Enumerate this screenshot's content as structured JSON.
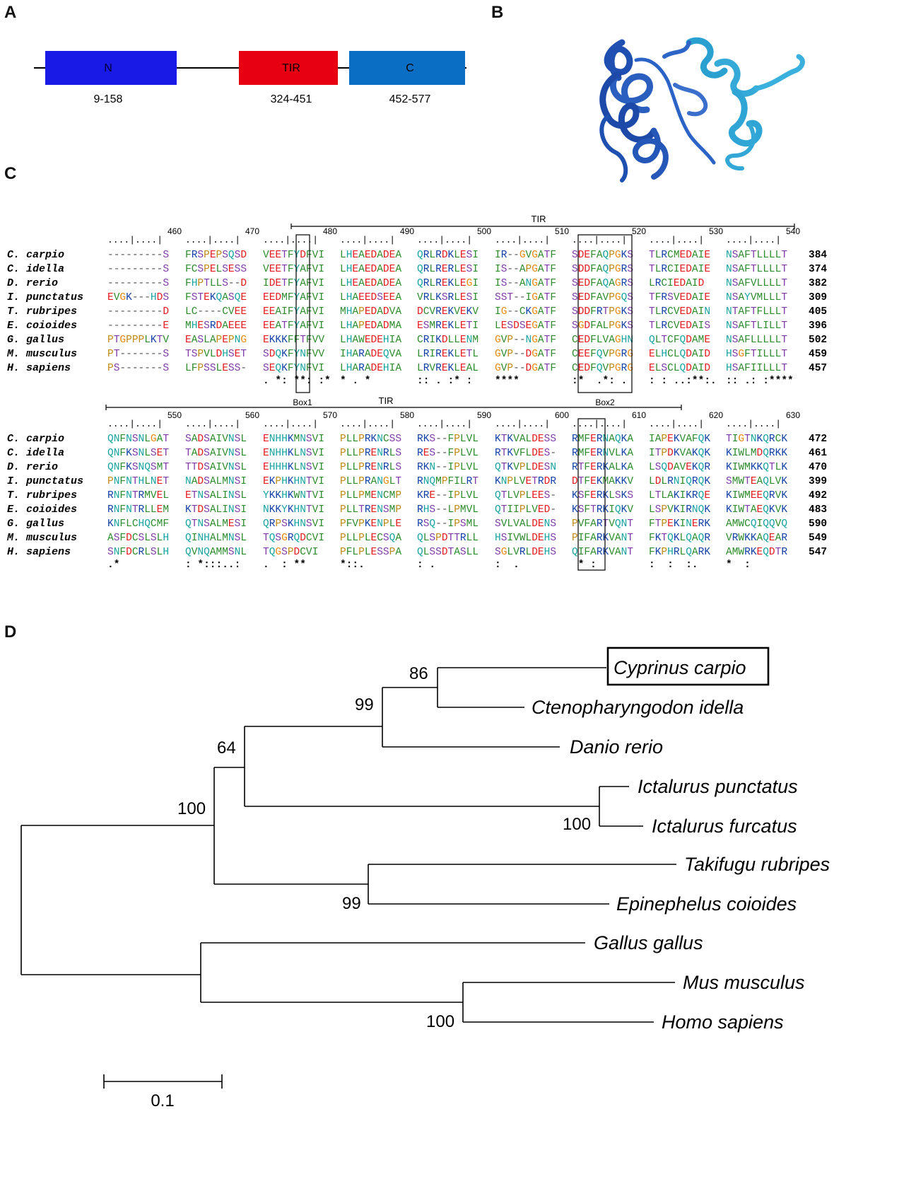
{
  "panels": {
    "A": "A",
    "B": "B",
    "C": "C",
    "D": "D"
  },
  "domains": [
    {
      "label": "N",
      "range": "9-158",
      "color": "#1a1ae6"
    },
    {
      "label": "TIR",
      "range": "324-451",
      "color": "#e60012"
    },
    {
      "label": "C",
      "range": "452-577",
      "color": "#0a6ec4"
    }
  ],
  "alignment": {
    "tir_label": "TIR",
    "box1_label": "Box1",
    "box2_label": "Box2",
    "block1": {
      "ruler": [
        "460",
        "470",
        "480",
        "490",
        "500",
        "510",
        "520",
        "530",
        "540"
      ],
      "rows": [
        {
          "species": "C. carpio",
          "groups": [
            "---------S",
            "FRSPEPSQSD",
            "VEETFYDFVI",
            "LHEAEDADEA",
            "QRLRDKLESI",
            "IR--GVGATF",
            "SDEFAQPGKS",
            "TLRCMEDAIE",
            "NSAFTLLLLT"
          ],
          "end": "384"
        },
        {
          "species": "C. idella",
          "groups": [
            "---------S",
            "FCSPELSESS",
            "VEETFYAFVI",
            "LHEAEDADEA",
            "QRLRERLESI",
            "IS--APGATF",
            "SDDFAQPGRS",
            "TLRCIEDAIE",
            "NSAFTLLLLT"
          ],
          "end": "374"
        },
        {
          "species": "D. rerio",
          "groups": [
            "---------S",
            "FHPTLLS--D",
            "IDETFYAFVI",
            "LHEAEDADEA",
            "QRLREKLEGI",
            "IS--ANGATF",
            "SEDFAQAGRS",
            "LRCIEDAID",
            "NSAFVLLLLT"
          ],
          "end": "382"
        },
        {
          "species": "I. punctatus",
          "groups": [
            "EVGK---HDS",
            "FSTEKQASQE",
            "EEDMFYAFVI",
            "LHAEEDSEEA",
            "VRLKSRLESI",
            "SST--IGATF",
            "SEDFAVPGQS",
            "TFRSVEDAIE",
            "NSAYVMLLLT"
          ],
          "end": "309"
        },
        {
          "species": "T. rubripes",
          "groups": [
            "---------D",
            "LC----CVEE",
            "EEAIFYAFVI",
            "MHAPEDADVA",
            "DCVREKVEKV",
            "IG--CKGATF",
            "SDDFRTPGKS",
            "TLRCVEDAIN",
            "NTAFTFLLLT"
          ],
          "end": "405"
        },
        {
          "species": "E. coioides",
          "groups": [
            "---------E",
            "MHESRDAEEE",
            "EEATFYAFVI",
            "LHAPEDADMA",
            "ESMREKLETI",
            "LESDSEGATF",
            "SGDFALPGKS",
            "TLRCVEDAIS",
            "NSAFTLILLT"
          ],
          "end": "396"
        },
        {
          "species": "G. gallus",
          "groups": [
            "PTGPPPLKTV",
            "EASLAPEPNG",
            "EKKKFFTFVV",
            "LHAWEDEHIA",
            "CRIKDLLENM",
            "GVP--NGATF",
            "CEDFLVAGHN",
            "QLTCFQDAME",
            "NSAFLLLLLT"
          ],
          "end": "502"
        },
        {
          "species": "M. musculus",
          "groups": [
            "PT-------S",
            "TSPVLDHSET",
            "SDQKFYNFVV",
            "IHARADEQVA",
            "LRIREKLETL",
            "GVP--DGATF",
            "CEEFQVPGRG",
            "ELHCLQDAID",
            "HSGFTILLLT"
          ],
          "end": "459"
        },
        {
          "species": "H. sapiens",
          "groups": [
            "PS-------S",
            "LFPSSLESS-",
            "SEQKFYNFVI",
            "LHARADEHIA",
            "LRVREKLEAL",
            "GVP--DGATF",
            "CEDFQVPGRG",
            "ELSCLQDAID",
            "HSAFIILLLT"
          ],
          "end": "457"
        }
      ],
      "consensus": [
        "",
        "",
        ". *: **: :*",
        "* . *",
        ":: . :* :",
        "****",
        ":*  .*: .",
        ": : ..:**:.",
        ":: .: :****"
      ]
    },
    "block2": {
      "ruler": [
        "550",
        "560",
        "570",
        "580",
        "590",
        "600",
        "610",
        "620",
        "630"
      ],
      "rows": [
        {
          "species": "C. carpio",
          "groups": [
            "QNFNSNLGAT",
            "SADSAIVNSL",
            "ENHHKMNSVI",
            "PLLPRKNCSS",
            "RKS--FPLVL",
            "KTKVALDESS",
            "RMFERNAQKA",
            "IAPEKVAFQK",
            "TIGTNKQRCK"
          ],
          "end": "472"
        },
        {
          "species": "C. idella",
          "groups": [
            "QNFKSNLSET",
            "TADSAIVNSL",
            "ENHHKLNSVI",
            "PLLPRENRLS",
            "RES--FPLVL",
            "RTKVFLDES-",
            "RMFERNVLKA",
            "ITPDKVAKQK",
            "KIWLMDQRKK"
          ],
          "end": "461"
        },
        {
          "species": "D. rerio",
          "groups": [
            "QNFKSNQSMT",
            "TTDSAIVNSL",
            "EHHHKLNSVI",
            "PLLPRENRLS",
            "RKN--IPLVL",
            "QTKVPLDESN",
            "RTFERKALKA",
            "LSQDAVEKQR",
            "KIWMKKQTLK"
          ],
          "end": "470"
        },
        {
          "species": "I. punctatus",
          "groups": [
            "PNFNTHLNET",
            "NADSALMNSI",
            "EKPHKHNTVI",
            "PLLPRANGLT",
            "RNQMPFILRT",
            "KNPLVETRDR",
            "DTFEKMAKKV",
            "LDLRNIQRQK",
            "SMWTEAQLVK"
          ],
          "end": "399"
        },
        {
          "species": "T. rubripes",
          "groups": [
            "RNFNTRMVEL",
            "ETNSALINSL",
            "YKKHKWNTVI",
            "PLLPMENCMP",
            "KRE--IPLVL",
            "QTLVPLEES-",
            "KSFERKLSKS",
            "LTLAKIKRQE",
            "KIWMEEQRVK"
          ],
          "end": "492"
        },
        {
          "species": "E. coioides",
          "groups": [
            "RNFNTRLLEM",
            "KTDSALINSI",
            "NKKYKHNTVI",
            "PLLTRENSMP",
            "RHS--LPMVL",
            "QTIIPLVED-",
            "KSFTRKIQKV",
            "LSPVKIRNQK",
            "KIWTAEQKVK"
          ],
          "end": "483"
        },
        {
          "species": "G. gallus",
          "groups": [
            "KNFLCHQCMF",
            "QTNSALMESI",
            "QRPSKHNSVI",
            "PFVPKENPLE",
            "RSQ--IPSML",
            "SVLVALDENS",
            "PVFARTVQNT",
            "FTPEKINERK",
            "AMWCQIQQVQ"
          ],
          "end": "590"
        },
        {
          "species": "M. musculus",
          "groups": [
            "ASFDCSLSLH",
            "QINHALMNSL",
            "TQSGRQDCVI",
            "PLLPLECSQA",
            "QLSPDTTRLL",
            "HSIVWLDEHS",
            "PIFARKVANT",
            "FKTQKLQAQR",
            "VRWKKAQEAR"
          ],
          "end": "549"
        },
        {
          "species": "H. sapiens",
          "groups": [
            "SNFDCRLSLH",
            "QVNQAMMSNL",
            "TQGSPDCVI",
            "PFLPLESSPA",
            "QLSSDTASLL",
            "SGLVRLDEHS",
            "QIFARKVANT",
            "FKPHRLQARK",
            "AMWRKEQDTR"
          ],
          "end": "547"
        }
      ],
      "consensus": [
        ".*",
        ": *:::..:",
        ".  : **",
        "*::.",
        ": .",
        ":  .",
        " * :",
        ":  :  :.",
        "*  :"
      ]
    }
  },
  "tree": {
    "taxa": [
      "Cyprinus carpio",
      "Ctenopharyngodon idella",
      "Danio rerio",
      "Ictalurus punctatus",
      "Ictalurus furcatus",
      "Takifugu rubripes",
      "Epinephelus coioides",
      "Gallus gallus",
      "Mus musculus",
      "Homo sapiens"
    ],
    "bootstraps": [
      "86",
      "99",
      "64",
      "100",
      "100",
      "99",
      "100"
    ],
    "scale_label": "0.1"
  }
}
